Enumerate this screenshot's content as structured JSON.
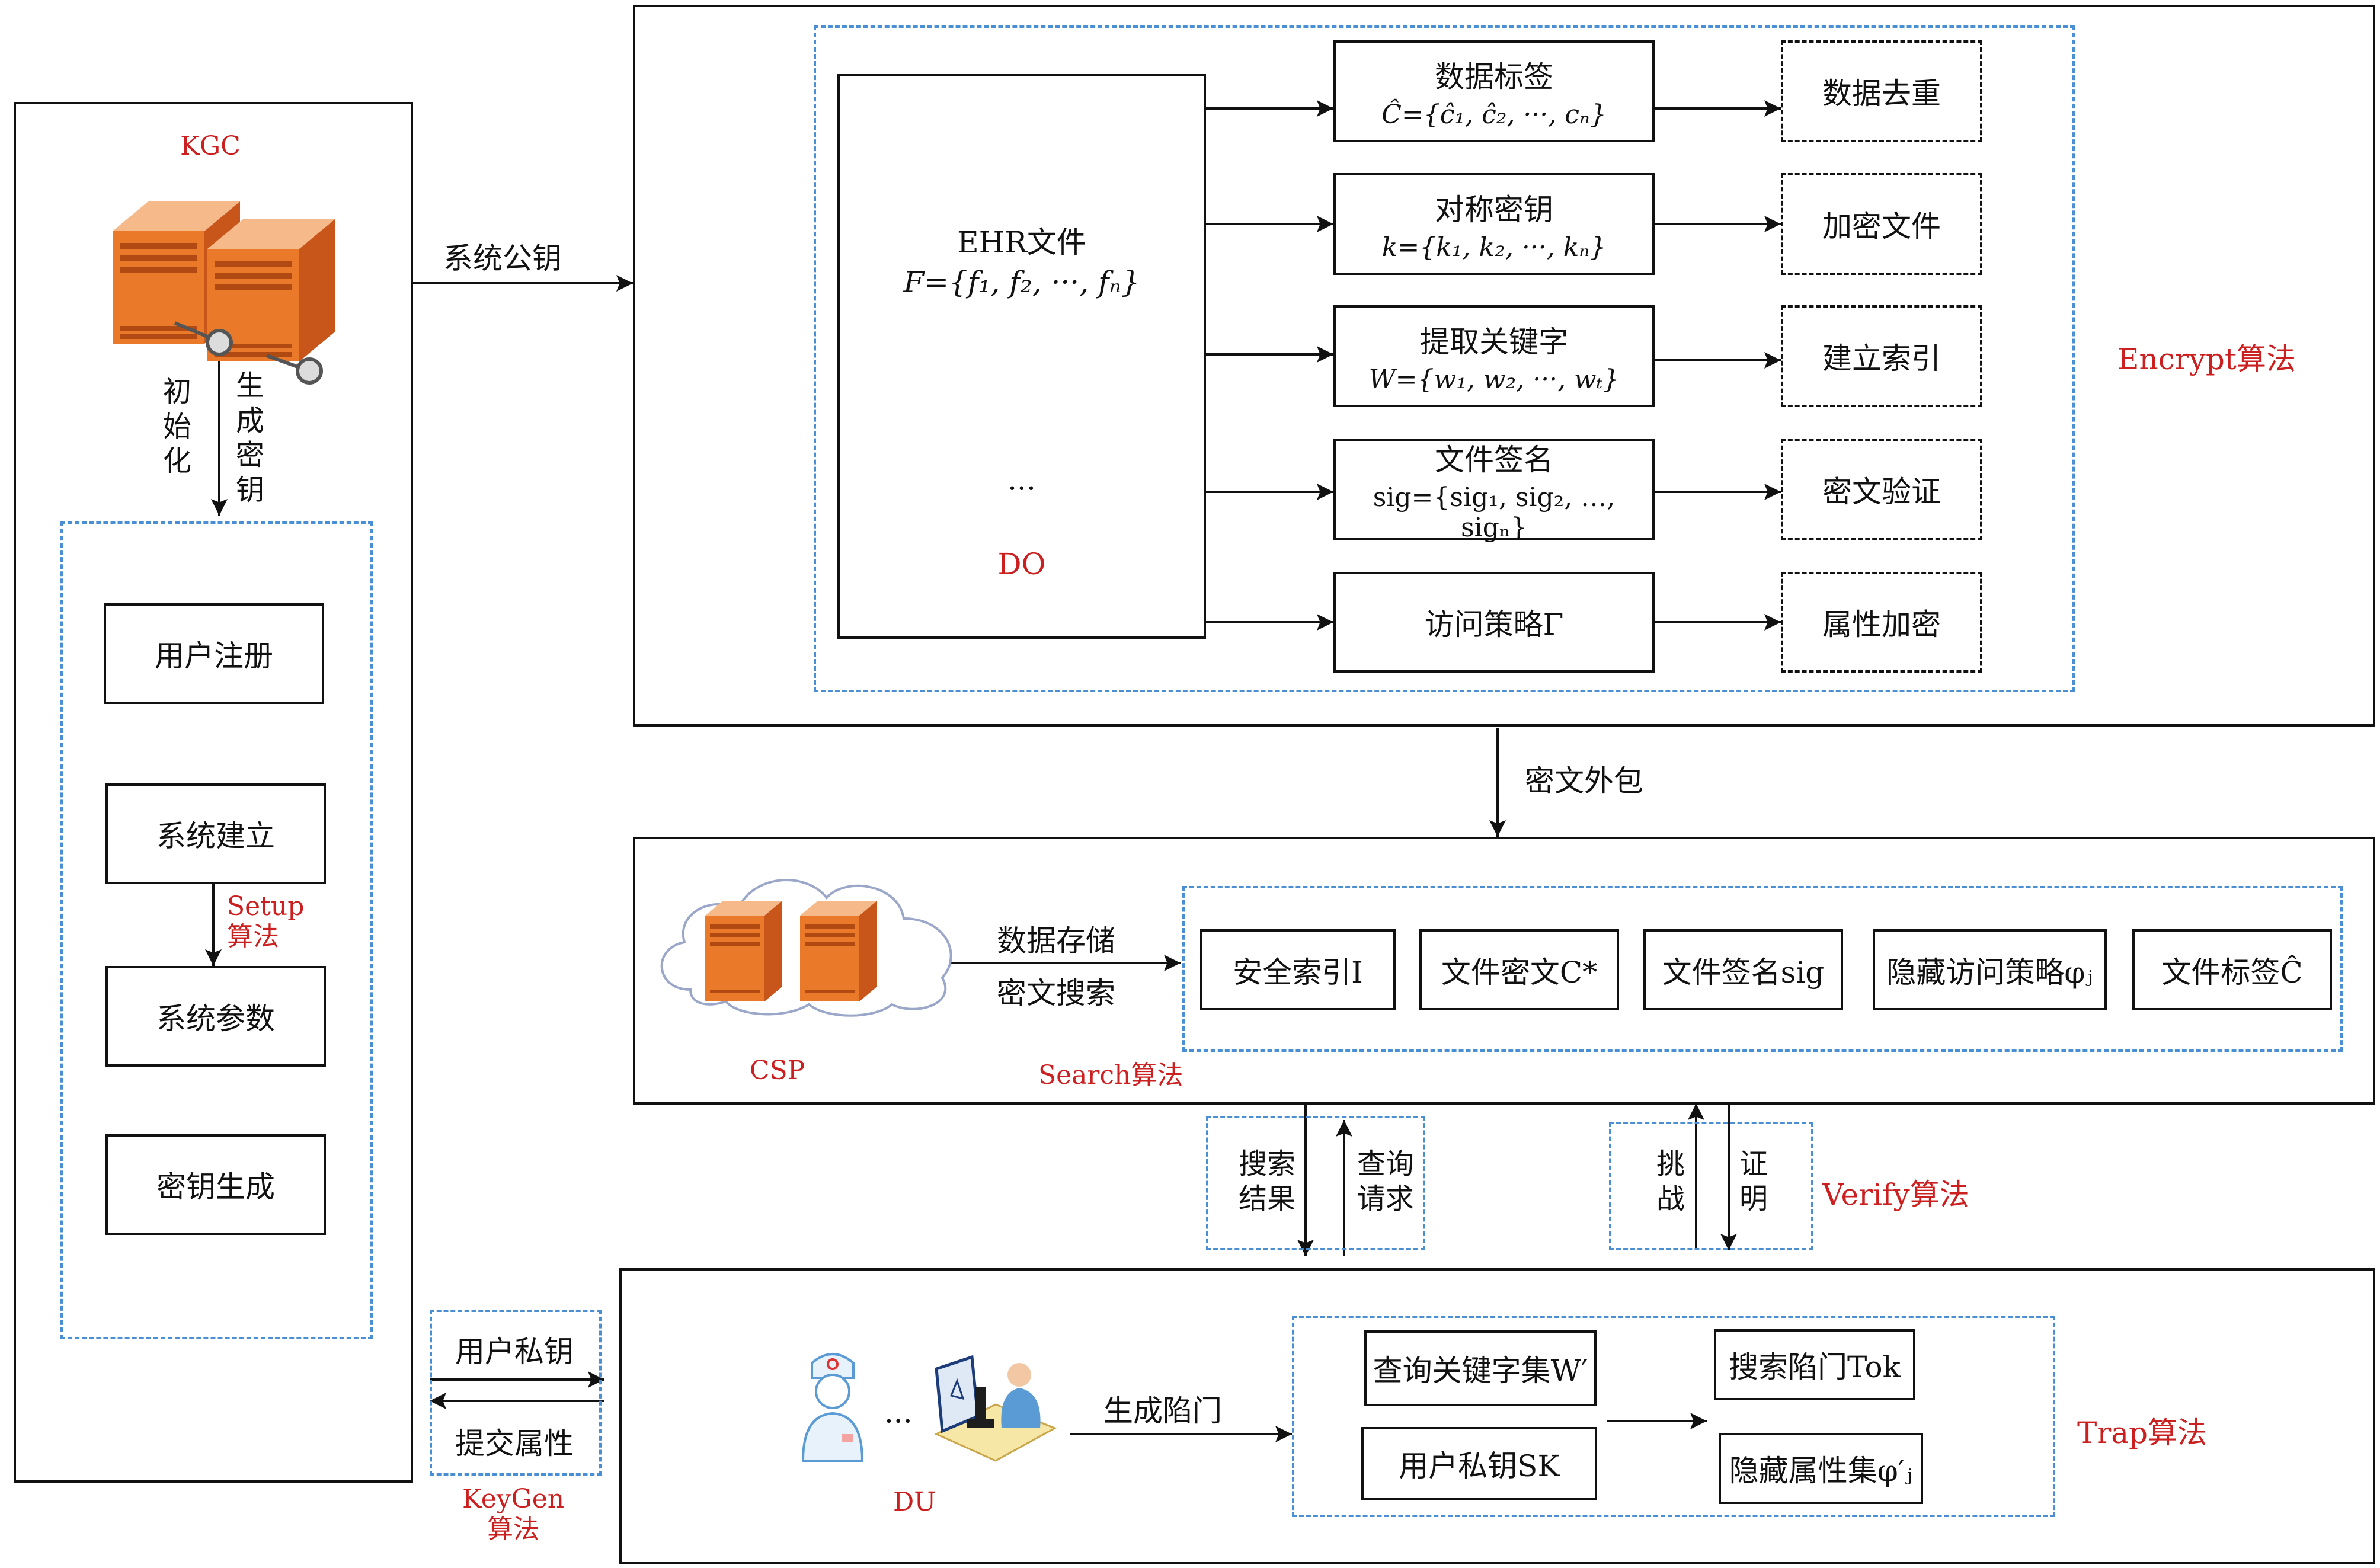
{
  "kgc": {
    "title": "KGC",
    "init_label": [
      "初",
      "始",
      "化"
    ],
    "genkey_label": [
      "生",
      "成",
      "密",
      "钥"
    ],
    "steps": [
      "用户注册",
      "系统建立",
      "系统参数",
      "密钥生成"
    ],
    "setup_algo": [
      "Setup",
      "算法"
    ]
  },
  "links": {
    "system_public_key": "系统公钥",
    "ciphertext_outsource": "密文外包",
    "store_label": "数据存储",
    "search_label": "密文搜索",
    "search_result": [
      "搜索",
      "结果"
    ],
    "query_request": [
      "查询",
      "请求"
    ],
    "challenge": [
      "挑",
      "战"
    ],
    "proof": [
      "证",
      "明"
    ],
    "user_private_key": "用户私钥",
    "submit_attributes": "提交属性",
    "generate_trapdoor": "生成陷门"
  },
  "do_section": {
    "ehr_title": "EHR文件",
    "ehr_formula": "F={f₁, f₂, ···, fₙ}",
    "ellipsis": "···",
    "owner_label": "DO",
    "algo_label": "Encrypt算法",
    "steps": [
      {
        "title": "数据标签",
        "formula": "Ĉ={ĉ₁, ĉ₂, ···, cₙ}"
      },
      {
        "title": "对称密钥",
        "formula": "k={k₁, k₂, ···, kₙ}"
      },
      {
        "title": "提取关键字",
        "formula": "W={w₁, w₂, ···, wₜ}"
      },
      {
        "title": "文件签名",
        "formula": "sig={sig₁, sig₂, …, sigₙ}"
      },
      {
        "title": "访问策略Γ",
        "formula": ""
      }
    ],
    "results": [
      "数据去重",
      "加密文件",
      "建立索引",
      "密文验证",
      "属性加密"
    ]
  },
  "csp_section": {
    "label": "CSP",
    "algo_label": "Search算法",
    "items": [
      "安全索引I",
      "文件密文C*",
      "文件签名sig",
      "隐藏访问策略φⱼ",
      "文件标签Ĉ"
    ]
  },
  "du_section": {
    "label": "DU",
    "ellipsis": "···",
    "algo_label": "Trap算法",
    "inputs": [
      "查询关键字集W′",
      "用户私钥SK"
    ],
    "outputs": [
      "搜索陷门Tok",
      "隐藏属性集φ′ⱼ"
    ]
  },
  "algorithms": {
    "verify": "Verify算法",
    "keygen": [
      "KeyGen",
      "算法"
    ]
  }
}
